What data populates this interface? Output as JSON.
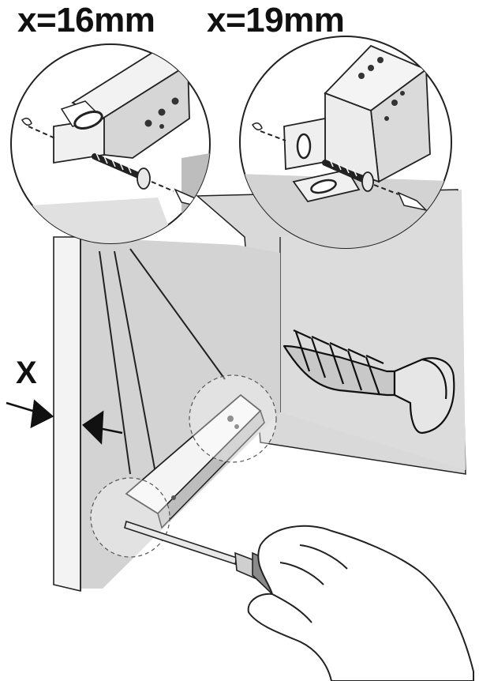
{
  "labels": {
    "x16": "x=16mm",
    "x19": "x=19mm",
    "gap": "X"
  },
  "colors": {
    "ink": "#111111",
    "wall": "#d9d9d9",
    "panel": "#c9c9c9",
    "edge": "#efefef",
    "metal": "#f2f2f2"
  },
  "icons": [
    "bracket-detail-16mm",
    "bracket-detail-19mm",
    "wall-anchor-screw",
    "screwdriver",
    "hand",
    "measurement-arrows"
  ]
}
